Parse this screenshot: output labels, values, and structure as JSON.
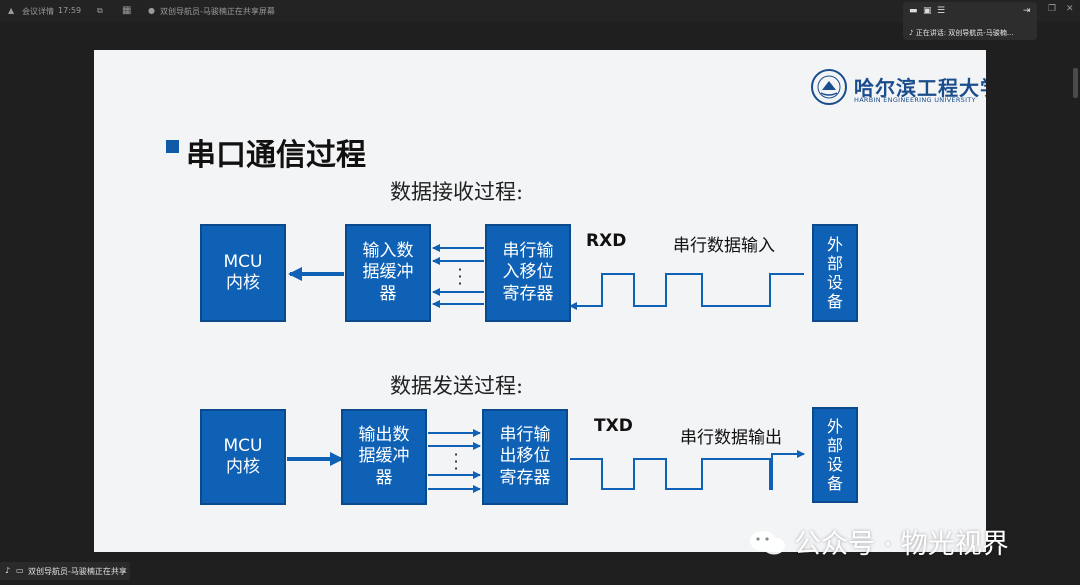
{
  "topbar": {
    "app_name": "会议详情",
    "time": "17:59",
    "tab_title": "双创导航员-马骏楠正在共享屏幕"
  },
  "speaker_panel": {
    "status_prefix": "正在讲话:",
    "speaker": "双创导航员-马骏楠..."
  },
  "slide": {
    "logo_cn": "哈尔滨工程大学",
    "logo_en": "HARBIN ENGINEERING UNIVERSITY",
    "title": "串口通信过程",
    "receive": {
      "heading": "数据接收过程:",
      "mcu_line1": "MCU",
      "mcu_line2": "内核",
      "buffer_line1": "输入数",
      "buffer_line2": "据缓冲",
      "buffer_line3": "器",
      "shift_line1": "串行输",
      "shift_line2": "入移位",
      "shift_line3": "寄存器",
      "signal": "RXD",
      "serial": "串行数据输入",
      "device_chars": [
        "外",
        "部",
        "设",
        "备"
      ]
    },
    "send": {
      "heading": "数据发送过程:",
      "mcu_line1": "MCU",
      "mcu_line2": "内核",
      "buffer_line1": "输出数",
      "buffer_line2": "据缓冲",
      "buffer_line3": "器",
      "shift_line1": "串行输",
      "shift_line2": "出移位",
      "shift_line3": "寄存器",
      "signal": "TXD",
      "serial": "串行数据输出",
      "device_chars": [
        "外",
        "部",
        "设",
        "备"
      ]
    }
  },
  "watermark": "公众号 · 物光视界",
  "bottombar": {
    "sharing": "双创导航员-马骏楠正在共享"
  },
  "colors": {
    "box_fill": "#0e61b5",
    "accent": "#0e5aa7"
  }
}
